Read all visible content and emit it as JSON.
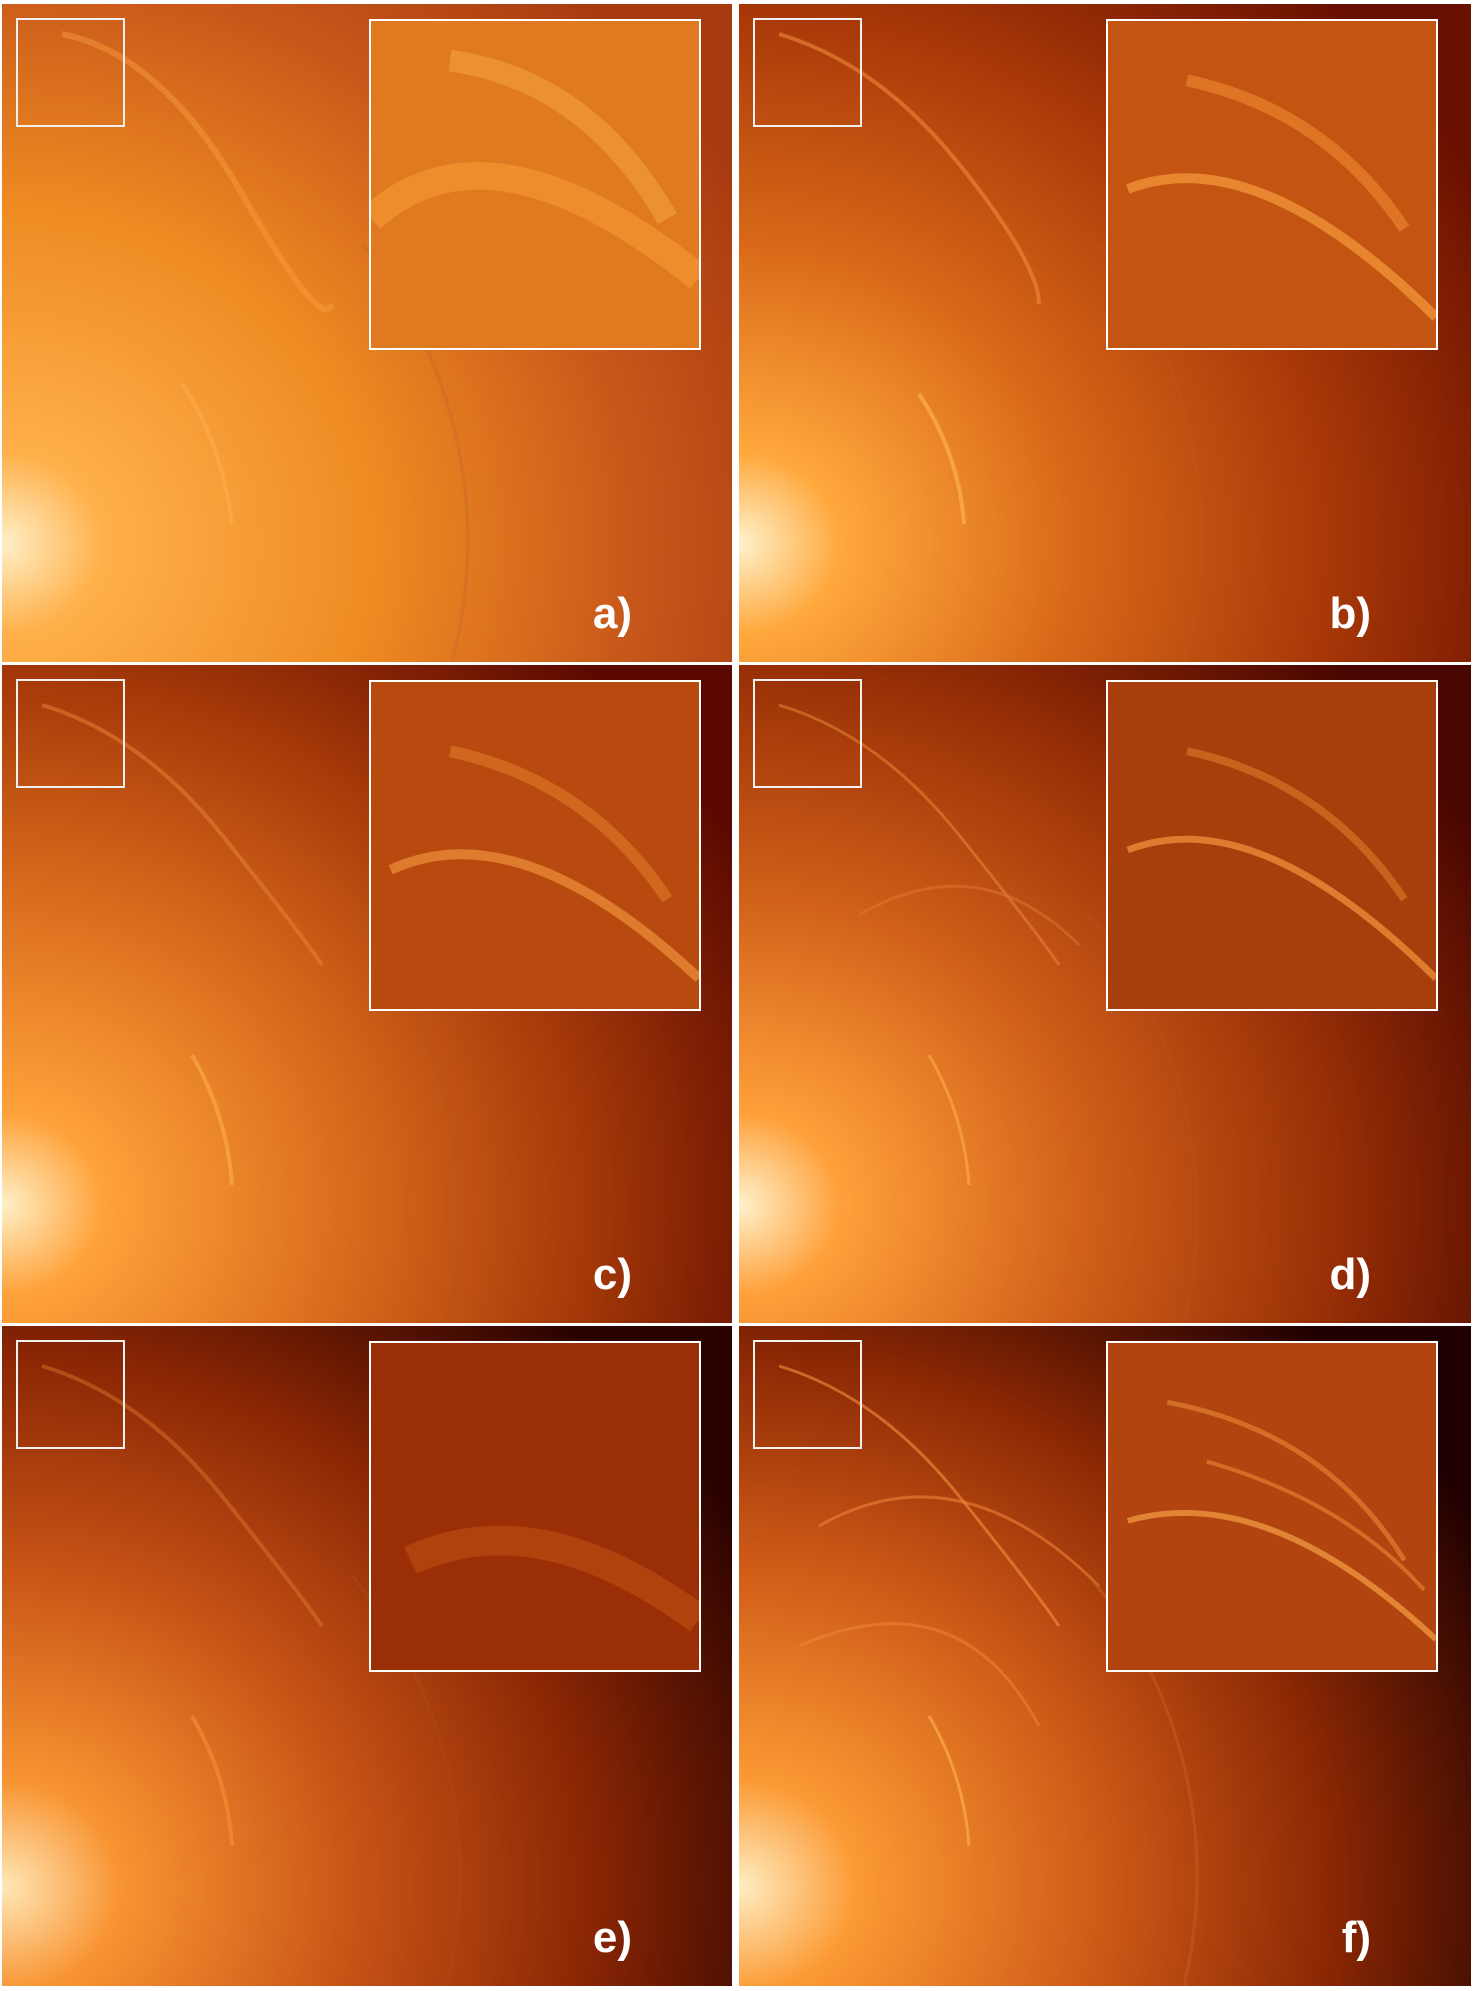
{
  "panels": [
    {
      "id": "a",
      "label": "a)"
    },
    {
      "id": "b",
      "label": "b)"
    },
    {
      "id": "c",
      "label": "c)"
    },
    {
      "id": "d",
      "label": "d)"
    },
    {
      "id": "e",
      "label": "e)"
    },
    {
      "id": "f",
      "label": "f)"
    }
  ],
  "colors": {
    "background": "#ffffff",
    "corona_bright": "#ffe6b0",
    "corona_mid": "#f08a18",
    "corona_dark": "#6a1000",
    "frame": "#ffffff"
  }
}
